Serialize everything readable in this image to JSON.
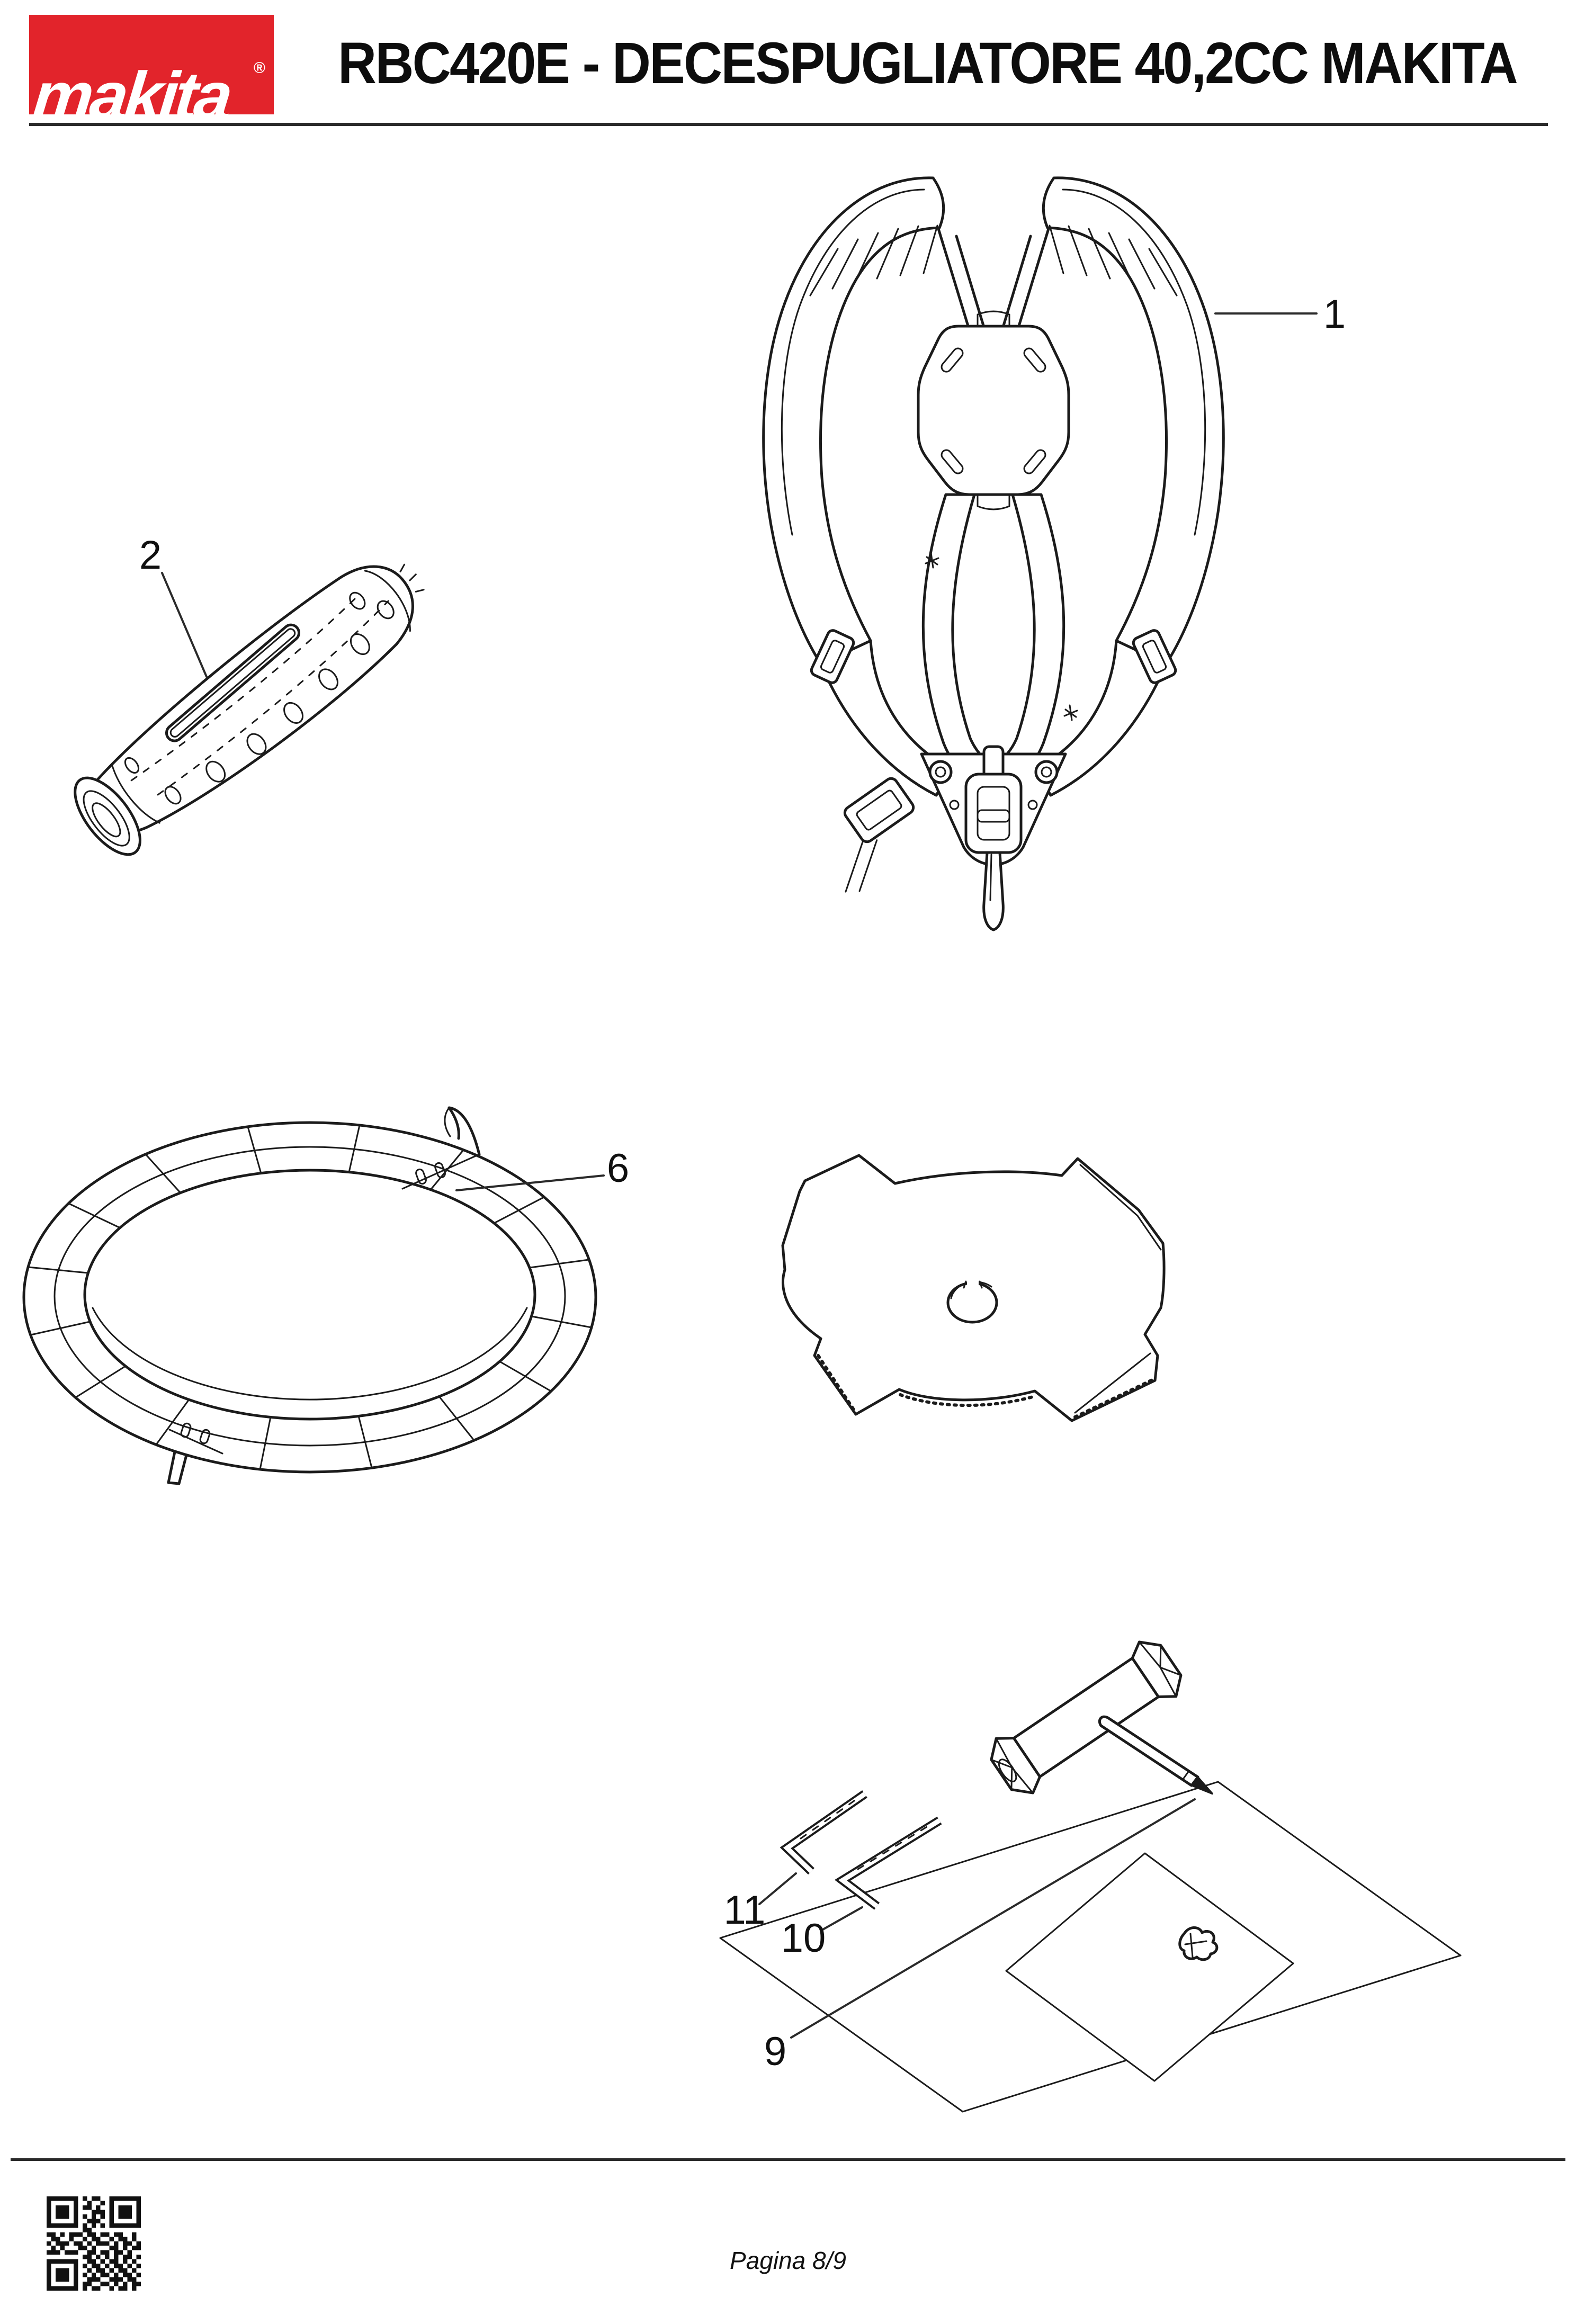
{
  "header": {
    "logo": {
      "text": "makita",
      "registered_mark": "®",
      "background_color": "#e2242b",
      "text_color": "#ffffff"
    },
    "title": "RBC420E - DECESPUGLIATORE 40,2CC MAKITA"
  },
  "diagram": {
    "callouts": {
      "c1": "1",
      "c2": "2",
      "c6": "6",
      "c9": "9",
      "c10": "10",
      "c11": "11"
    }
  },
  "footer": {
    "page_label": "Pagina 8/9"
  },
  "colors": {
    "line": "#1b1b1b",
    "logo_red": "#e2242b"
  },
  "qr": {
    "matrix": [
      "111111101011001111111",
      "100000100100101000001",
      "101110101101001011101",
      "101110100011101011101",
      "101110101010101011101",
      "100000100111001000001",
      "111111101010101111111",
      "000000001100000000000",
      "110101110110110110010",
      "011001001011001011010",
      "101110110101110101101",
      "010100011010001101011",
      "111011100110110110100",
      "000000001101010101101",
      "111111100110101101010",
      "100000101011010110101",
      "101110100101101011010",
      "101110101010110101101",
      "101110100111001110110",
      "100000101100110101011",
      "111111101011001011010"
    ]
  }
}
